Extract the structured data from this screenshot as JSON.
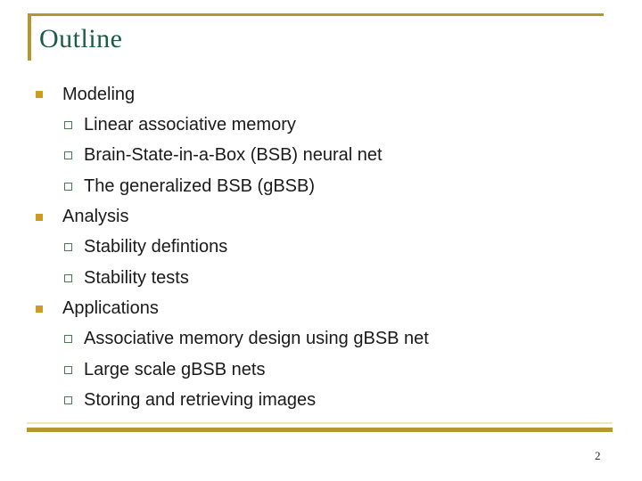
{
  "slide": {
    "title": "Outline",
    "page_number": "2"
  },
  "outline": {
    "items": [
      {
        "level": 1,
        "text": "Modeling"
      },
      {
        "level": 2,
        "text": "Linear associative memory"
      },
      {
        "level": 2,
        "text": "Brain-State-in-a-Box (BSB) neural net"
      },
      {
        "level": 2,
        "text": "The generalized BSB (gBSB)"
      },
      {
        "level": 1,
        "text": "Analysis"
      },
      {
        "level": 2,
        "text": "Stability defintions"
      },
      {
        "level": 2,
        "text": "Stability tests"
      },
      {
        "level": 1,
        "text": "Applications"
      },
      {
        "level": 2,
        "text": "Associative memory design using gBSB net"
      },
      {
        "level": 2,
        "text": "Large scale gBSB nets"
      },
      {
        "level": 2,
        "text": "Storing and retrieving images"
      }
    ]
  },
  "icons": {
    "level1_bullet": "filled-square",
    "level2_bullet": "outlined-square"
  },
  "colors": {
    "accent_gold": "#b5982d",
    "accent_gold_light": "#efe5bb",
    "bullet_gold": "#cc9c21",
    "bullet_green": "#4e7852",
    "title_green": "#1a5c47",
    "body_text": "#1a1a1a"
  }
}
